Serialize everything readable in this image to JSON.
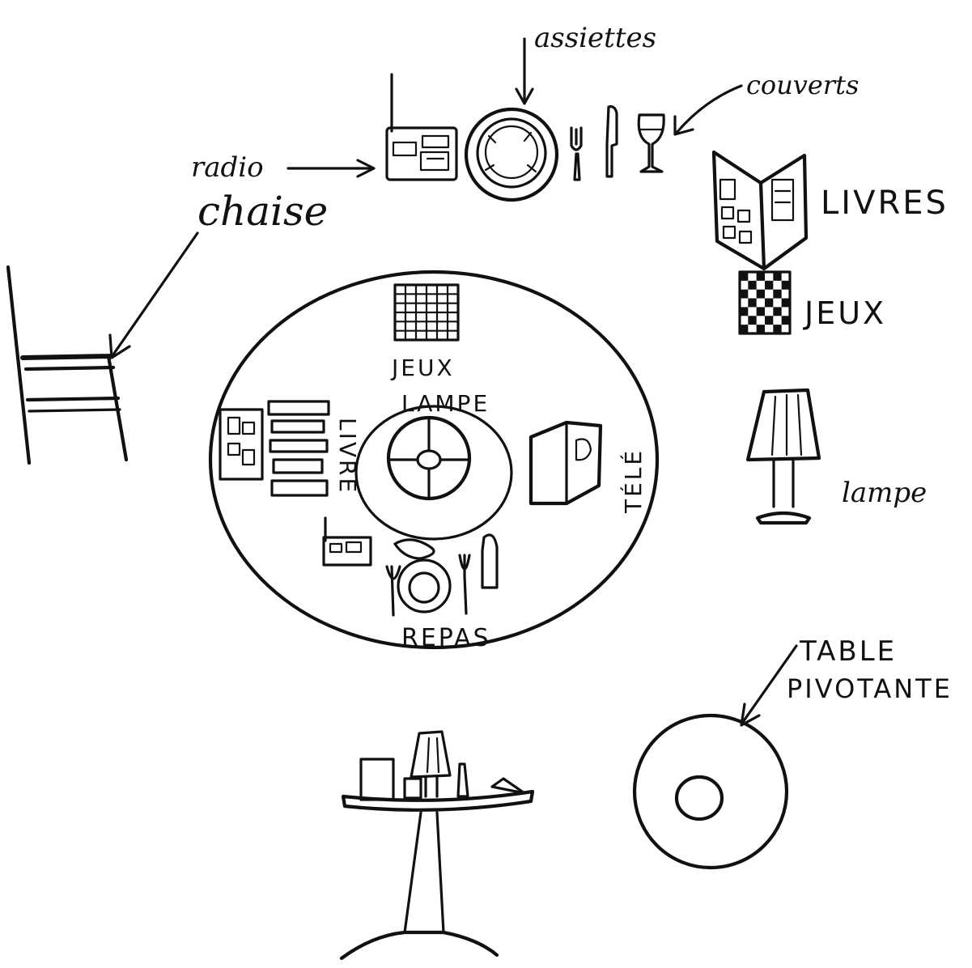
{
  "labels": {
    "assiettes": "assiettes",
    "couverts": "couverts",
    "radio": "radio",
    "chaise": "chaise",
    "livres": "LIVRES",
    "jeux": "JEUX",
    "lampe": "lampe",
    "table_pivotante": [
      "TABLE",
      "PIVOTANTE"
    ]
  },
  "table_top_view": {
    "jeux": "JEUX",
    "lampe": "LAMPE",
    "livre": "LIVRE",
    "tele": "TÉLÉ",
    "repas": "REPAS"
  },
  "colors": {
    "ink": "#111111",
    "paper": "#ffffff"
  }
}
